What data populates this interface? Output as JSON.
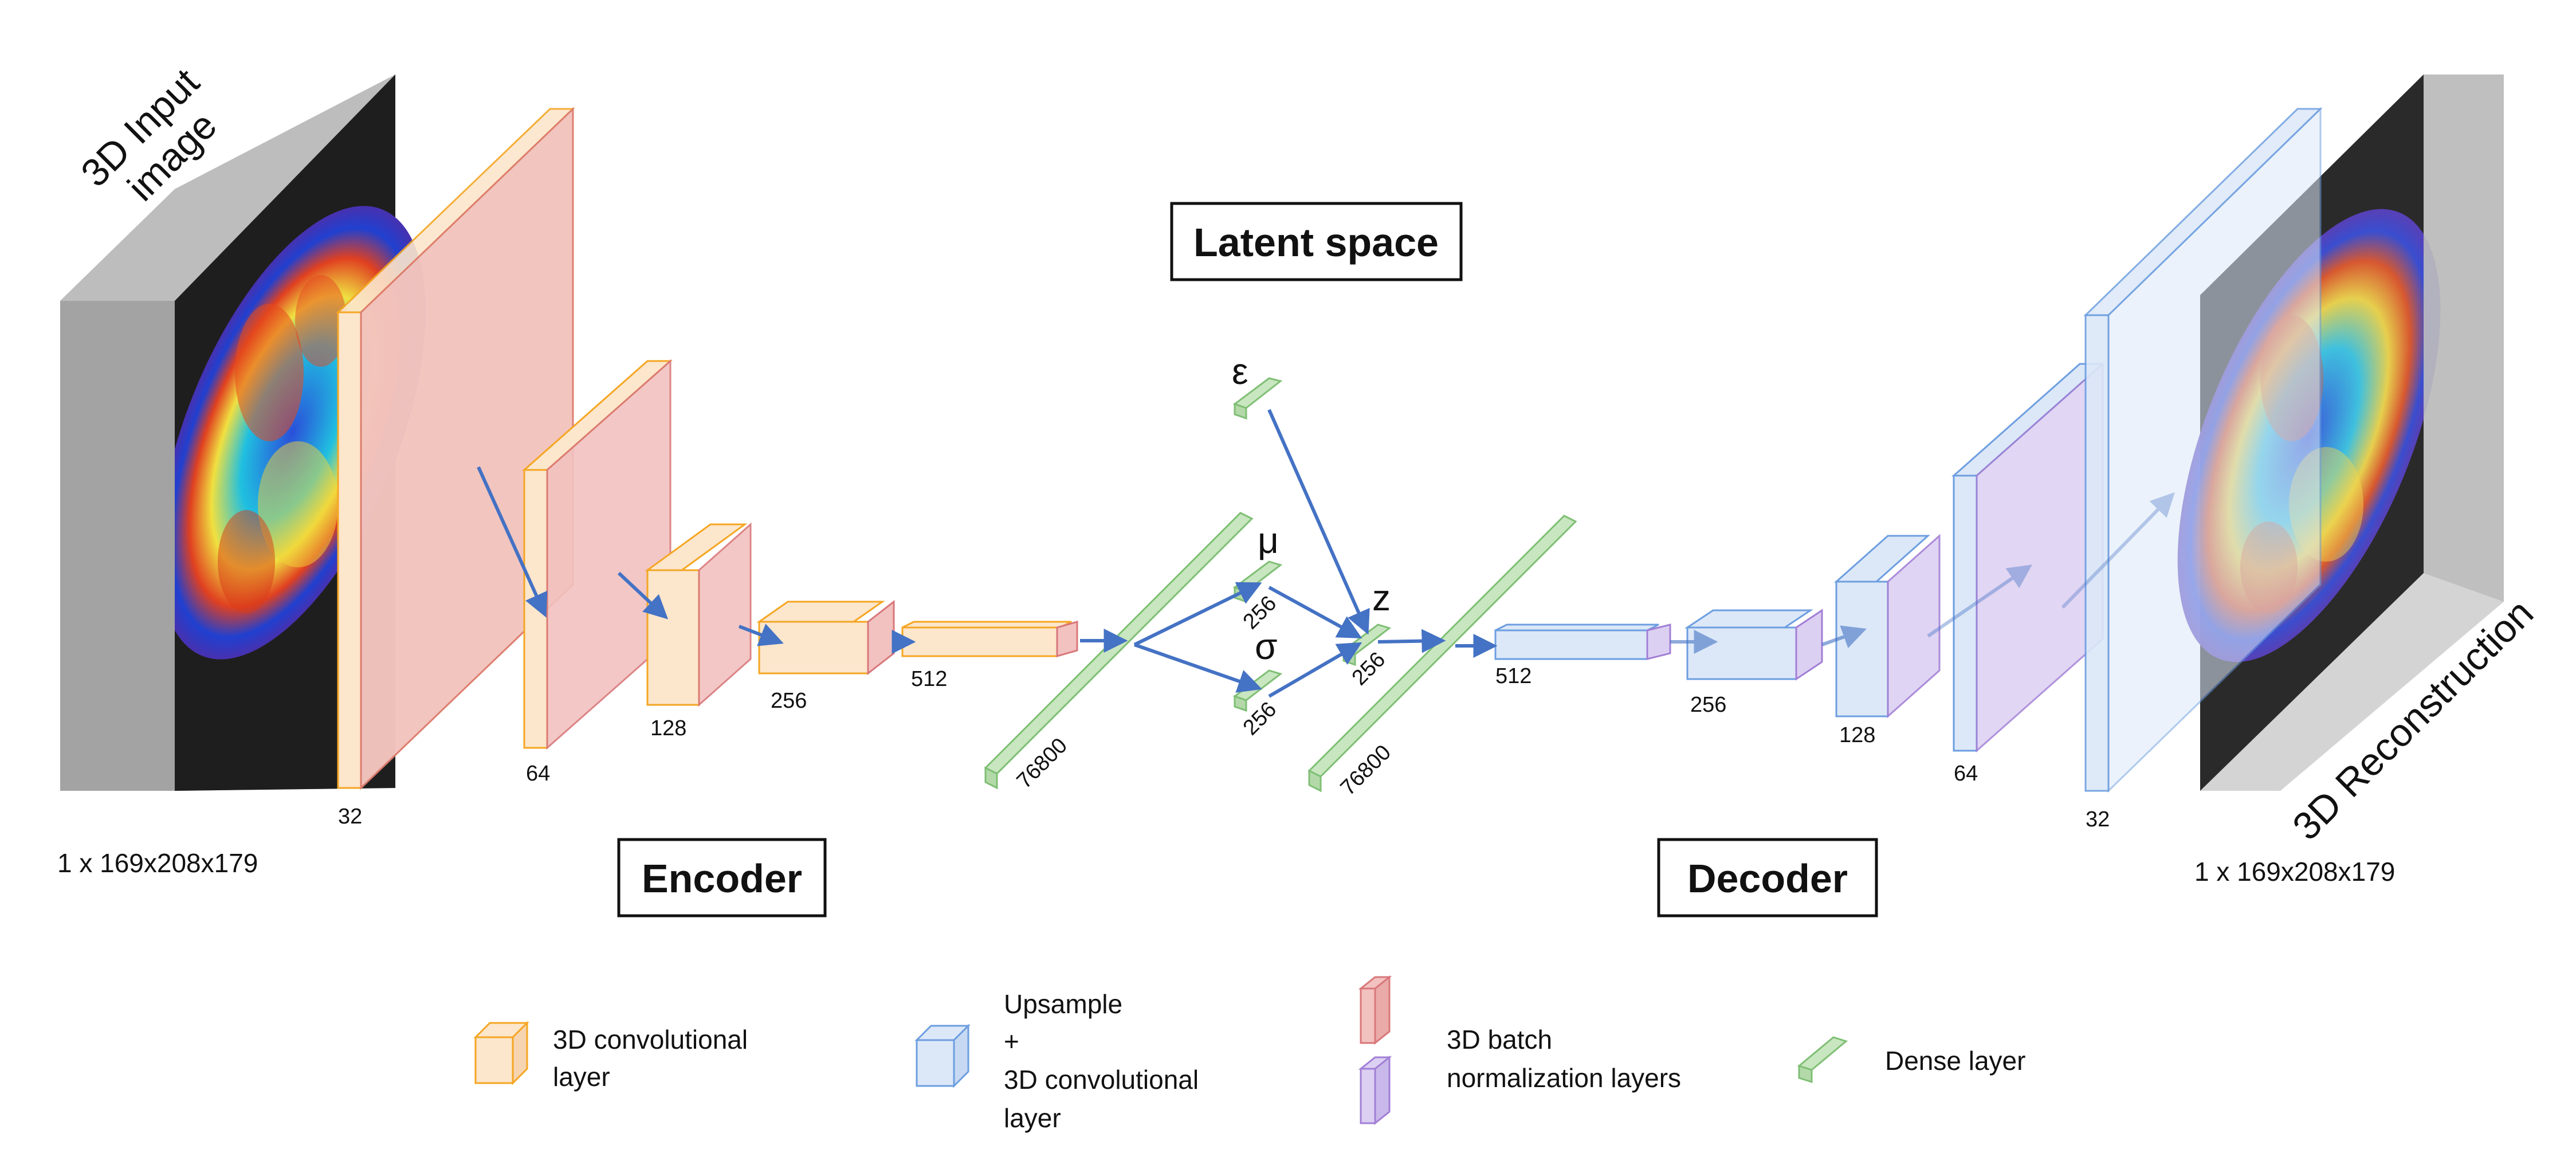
{
  "diagram": {
    "input": {
      "title_line1": "3D Input",
      "title_line2": "image",
      "shape": "1 x 169x208x179"
    },
    "output": {
      "title": "3D Reconstruction",
      "shape": "1 x 169x208x179"
    },
    "sections": {
      "encoder": "Encoder",
      "decoder": "Decoder",
      "latent": "Latent space"
    },
    "encoder_layers": [
      "32",
      "64",
      "128",
      "256",
      "512"
    ],
    "decoder_layers": [
      "512",
      "256",
      "128",
      "64",
      "32"
    ],
    "dense_layers": {
      "enc_flat": "76800",
      "mu_size": "256",
      "sigma_size": "256",
      "z_size": "256",
      "dec_flat": "76800"
    },
    "latent_symbols": {
      "epsilon": "ε",
      "mu": "μ",
      "sigma": "σ",
      "z": "z"
    },
    "legend": {
      "conv": {
        "line1": "3D convolutional",
        "line2": "layer"
      },
      "upsample": {
        "line1": "Upsample",
        "line2": "+",
        "line3": "3D convolutional",
        "line4": "layer"
      },
      "batchnorm": {
        "line1": "3D batch",
        "line2": "normalization layers"
      },
      "dense": {
        "line1": "Dense layer"
      }
    },
    "colors": {
      "conv": "#f5a623",
      "conv_fill": "#fce6cc",
      "upsample": "#6d9ee0",
      "upsample_fill": "#dce8f8",
      "batchnorm_red": "#d9777a",
      "batchnorm_red_fill": "#f2c2c0",
      "batchnorm_purple": "#a27fd6",
      "batchnorm_purple_fill": "#dcd0f2",
      "dense": "#7fbf74",
      "dense_fill": "#c8e6c0",
      "arrow": "#4472c4"
    }
  }
}
